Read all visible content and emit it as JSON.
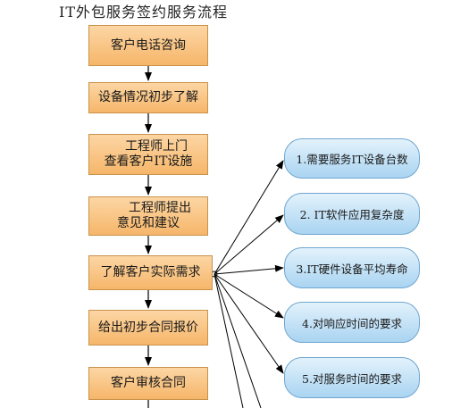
{
  "title": "IT外包服务签约服务流程",
  "steps": [
    {
      "line1": "客户电话咨询",
      "line2": ""
    },
    {
      "line1": "设备情况初步了解",
      "line2": ""
    },
    {
      "line1": "工程师上门",
      "line2": "查看客户IT设施"
    },
    {
      "line1": "工程师提出",
      "line2": "意见和建议"
    },
    {
      "line1": "了解客户实际需求",
      "line2": ""
    },
    {
      "line1": "给出初步合同报价",
      "line2": ""
    },
    {
      "line1": "客户审核合同",
      "line2": ""
    }
  ],
  "factors": [
    "1.需要服务IT设备台数",
    "2. IT软件应用复杂度",
    "3.IT硬件设备平均寿命",
    "4.对响应时间的要求",
    "5.对服务时间的要求"
  ],
  "colors": {
    "step_fill": "#f6b66a",
    "step_border": "#c9924a",
    "factor_fill": "#a9d4f1",
    "factor_border": "#6fa6cf",
    "arrow": "#000000"
  }
}
